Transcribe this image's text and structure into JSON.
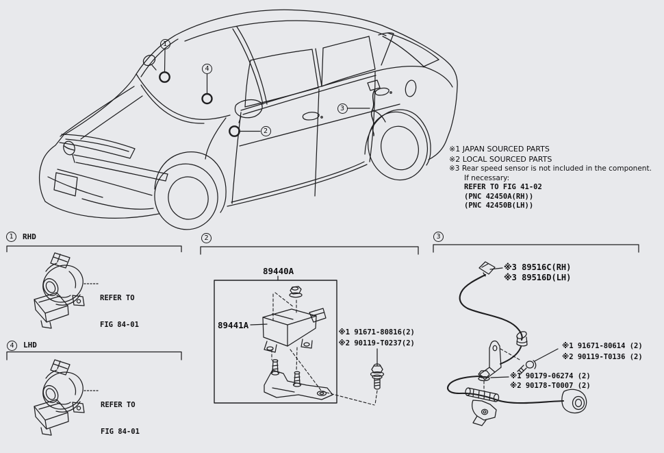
{
  "colors": {
    "background": "#e8e9ec",
    "ink": "#1e1e20"
  },
  "notes": {
    "line1": "※1 JAPAN SOURCED PARTS",
    "line2": "※2 LOCAL SOURCED PARTS",
    "line3": "※3 Rear speed sensor is not included in the component.",
    "line4": "If necessary:",
    "line5": "REFER TO FIG 41-02",
    "line6": "(PNC 42450A(RH))",
    "line7": "(PNC 42450B(LH))"
  },
  "car": {
    "callout1": "1",
    "callout2": "2",
    "callout3": "3",
    "callout4": "4"
  },
  "sections": {
    "s1": {
      "num": "1",
      "label": "RHD",
      "ref_line1": "REFER TO",
      "ref_line2": "FIG 84-01"
    },
    "s2": {
      "num": "2",
      "assembly_label": "89440A",
      "sensor_label": "89441A",
      "bolt_note1": "※1 91671-80816(2)",
      "bolt_note2": "※2 90119-T0237(2)"
    },
    "s3": {
      "num": "3",
      "sensor_rh_label": "※3 89516C(RH)",
      "sensor_lh_label": "※3 89516D(LH)",
      "bolt_note1": "※1 91671-80614 (2)",
      "bolt_note2": "※2 90119-T0136 (2)",
      "nut_note1": "※1 90179-06274 (2)",
      "nut_note2": "※2 90178-T0007 (2)"
    },
    "s4": {
      "num": "4",
      "label": "LHD",
      "ref_line1": "REFER TO",
      "ref_line2": "FIG 84-01"
    }
  }
}
